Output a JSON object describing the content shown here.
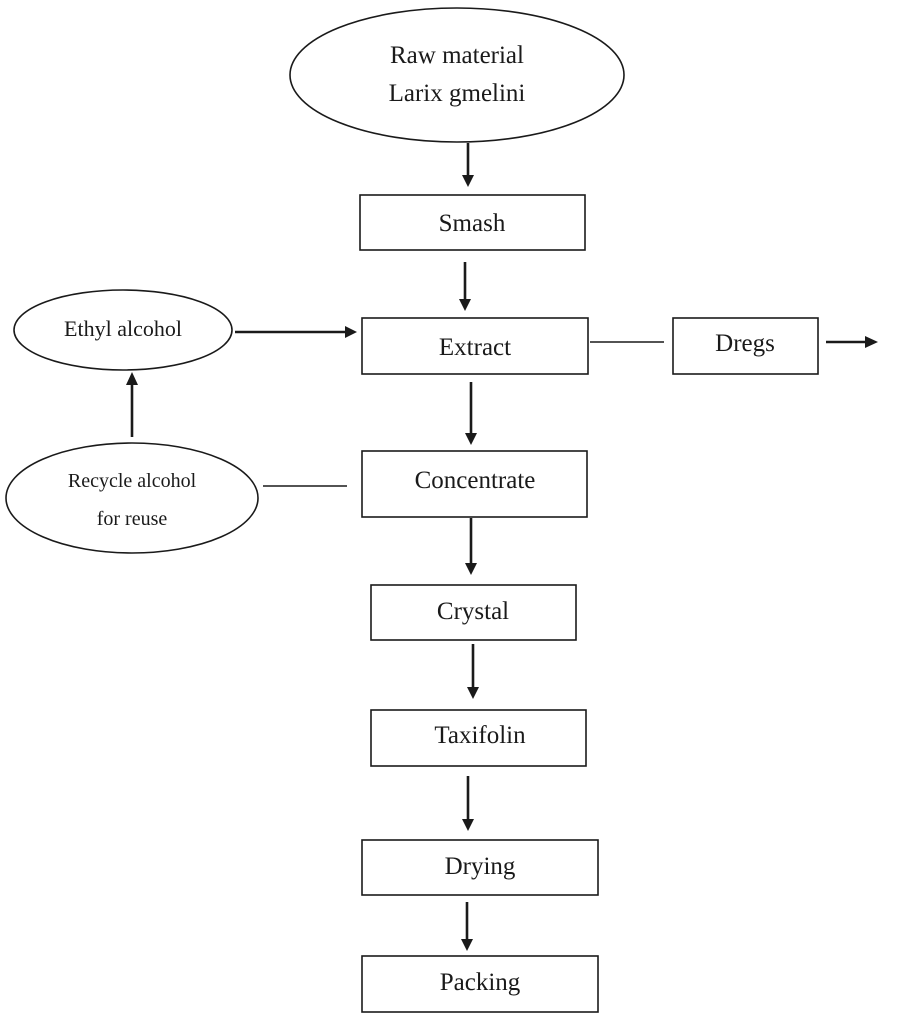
{
  "flowchart": {
    "raw_material": {
      "line1": "Raw material",
      "line2": "Larix gmelini"
    },
    "smash": "Smash",
    "extract": "Extract",
    "dregs": "Dregs",
    "ethyl_alcohol": "Ethyl alcohol",
    "recycle": {
      "line1": "Recycle alcohol",
      "line2": "for reuse"
    },
    "concentrate": "Concentrate",
    "crystal": "Crystal",
    "taxifolin": "Taxifolin",
    "drying": "Drying",
    "packing": "Packing"
  }
}
